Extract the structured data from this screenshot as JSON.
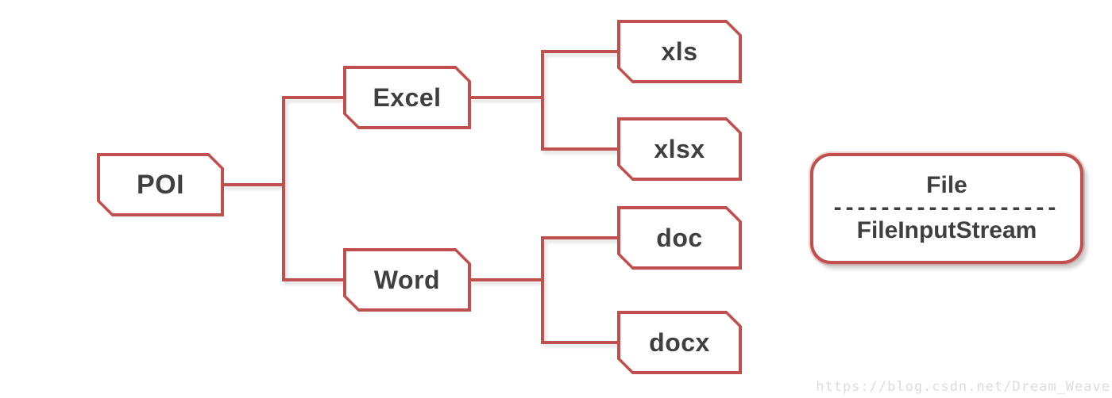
{
  "tree": {
    "root": {
      "label": "POI",
      "children": [
        {
          "label": "Excel",
          "children": [
            {
              "label": "xls"
            },
            {
              "label": "xlsx"
            }
          ]
        },
        {
          "label": "Word",
          "children": [
            {
              "label": "doc"
            },
            {
              "label": "docx"
            }
          ]
        }
      ]
    }
  },
  "io_box": {
    "top": "File",
    "divider": "-------------------",
    "bottom": "FileInputStream"
  },
  "watermark": {
    "text": "https://blog.csdn.net/Dream_Weave"
  },
  "colors": {
    "line": "#c0504d",
    "text": "#3f3f3f",
    "node_fill": "#ffffff",
    "watermark": "#dcdcdc"
  }
}
